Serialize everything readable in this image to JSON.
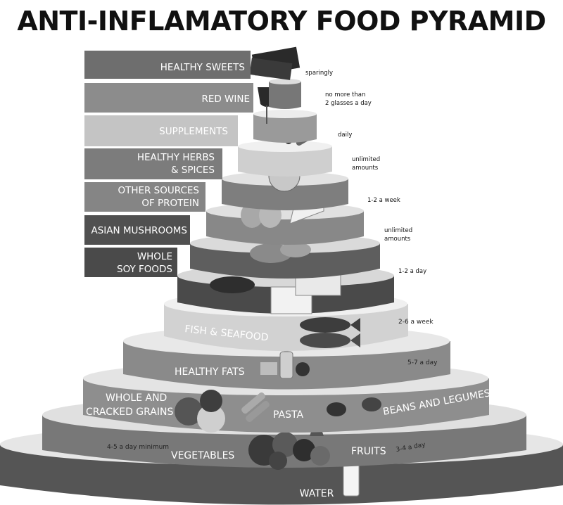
{
  "title": "ANTI-INFLAMATORY FOOD PYRAMID",
  "upper_tiers": [
    {
      "lines": [
        "HEALTHY SWEETS"
      ],
      "note": [
        "sparingly"
      ],
      "shade": "#6e6e6e"
    },
    {
      "lines": [
        "RED WINE"
      ],
      "note": [
        "no more than",
        "2 glasses a day"
      ],
      "shade": "#8c8c8c"
    },
    {
      "lines": [
        "SUPPLEMENTS"
      ],
      "note": [
        "daily"
      ],
      "shade": "#c4c4c4"
    },
    {
      "lines": [
        "HEALTHY HERBS",
        "& SPICES"
      ],
      "note": [
        "unlimited",
        "amounts"
      ],
      "shade": "#7c7c7c"
    },
    {
      "lines": [
        "OTHER SOURCES",
        "OF PROTEIN"
      ],
      "note": [
        "1-2 a week"
      ],
      "shade": "#858585"
    },
    {
      "lines": [
        "ASIAN MUSHROOMS"
      ],
      "note": [
        "unlimited",
        "amounts"
      ],
      "shade": "#505050"
    },
    {
      "lines": [
        "WHOLE",
        "SOY FOODS"
      ],
      "note": [
        "1-2 a day"
      ],
      "shade": "#4a4a4a"
    }
  ],
  "lower_tiers": {
    "fish": {
      "label": "FISH & SEAFOOD",
      "note": "2-6 a week"
    },
    "fats": {
      "label": "HEALTHY FATS",
      "note": "5-7 a day"
    },
    "grains": {
      "label_lines": [
        "WHOLE AND",
        "CRACKED GRAINS"
      ],
      "pasta": "PASTA",
      "beans": "BEANS AND LEGUMES"
    },
    "veg": {
      "label": "VEGETABLES",
      "note": "4-5 a day minimum",
      "fruits": "FRUITS",
      "fruits_note": "3-4 a day"
    },
    "water": {
      "label": "WATER"
    }
  },
  "colors": {
    "base_dark": "#4d4d4d",
    "base_mid": "#7a7a7a",
    "fish": "#d0d0d0",
    "fats": "#8a8a8a",
    "grains": "#9a9a9a"
  }
}
